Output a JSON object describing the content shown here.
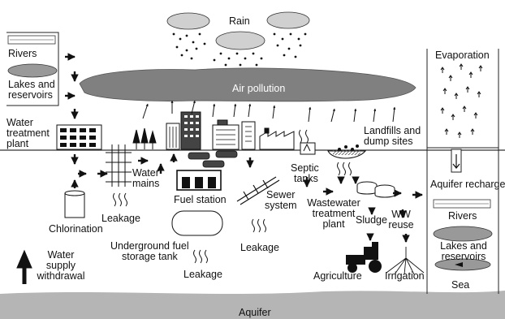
{
  "diagram": {
    "labels": {
      "rain": "Rain",
      "rivers_left": "Rivers",
      "lakes_left_1": "Lakes and",
      "lakes_left_2": "reservoirs",
      "air_pollution": "Air pollution",
      "evaporation": "Evaporation",
      "water_treatment_1": "Water",
      "water_treatment_2": "treatment",
      "water_treatment_3": "plant",
      "landfills_1": "Landfills and",
      "landfills_2": "dump sites",
      "septic_1": "Septic",
      "septic_2": "tanks",
      "water_mains_1": "Water",
      "water_mains_2": "mains",
      "fuel_station": "Fuel station",
      "sewer_1": "Sewer",
      "sewer_2": "system",
      "wastewater_1": "Wastewater",
      "wastewater_2": "treatment",
      "wastewater_3": "plant",
      "aquifer_recharge": "Aquifer recharge",
      "chlorination": "Chlorination",
      "leakage_1": "Leakage",
      "sludge": "Sludge",
      "ww_reuse_1": "WW",
      "ww_reuse_2": "reuse",
      "rivers_right": "Rivers",
      "underground_1": "Underground fuel",
      "underground_2": "storage tank",
      "leakage_2": "Leakage",
      "lakes_right_1": "Lakes and",
      "lakes_right_2": "reservoirs",
      "water_supply_1": "Water",
      "water_supply_2": "supply",
      "water_supply_3": "withdrawal",
      "leakage_3": "Leakage",
      "agriculture": "Agriculture",
      "irrigation": "Irrigation",
      "sea": "Sea",
      "aquifer": "Aquifer"
    }
  }
}
